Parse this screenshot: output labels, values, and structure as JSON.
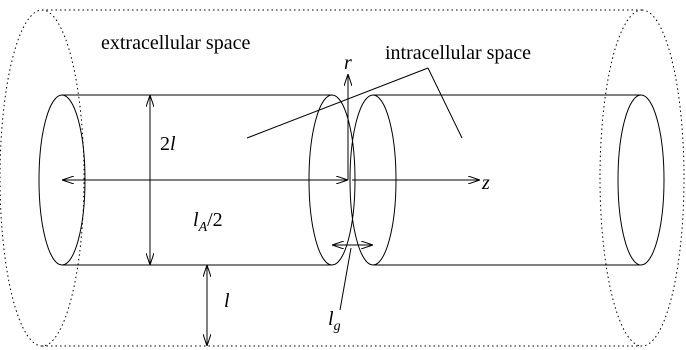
{
  "labels": {
    "extracellular": "extracellular space",
    "intracellular": "intracellular space",
    "r_axis": "r",
    "z_axis": "z",
    "diameter_main": "2",
    "diameter_var": "l",
    "half_length_main": "l",
    "half_length_sub": "A",
    "half_length_tail": "/2",
    "gap_main": "l",
    "gap_sub": "g",
    "extracellular_thickness": "l"
  }
}
